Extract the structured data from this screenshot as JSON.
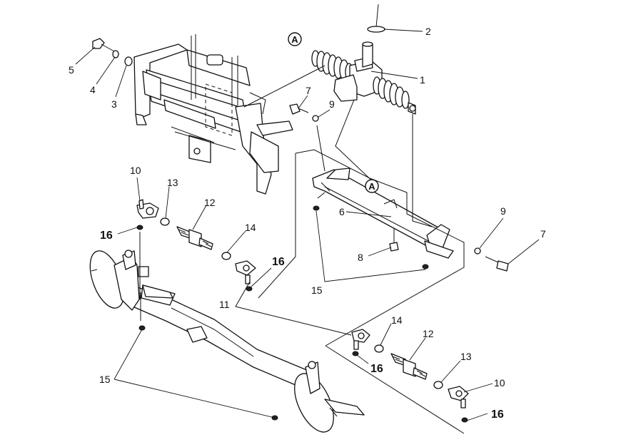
{
  "callouts": {
    "c1": "1",
    "c2": "2",
    "c3": "3",
    "c4": "4",
    "c5": "5",
    "c6": "6",
    "c7a": "7",
    "c7b": "7",
    "c8": "8",
    "c9a": "9",
    "c9b": "9",
    "c10a": "10",
    "c10b": "10",
    "c11": "11",
    "c12a": "12",
    "c12b": "12",
    "c13a": "13",
    "c13b": "13",
    "c14a": "14",
    "c14b": "14",
    "c15a": "15",
    "c15b": "15",
    "c16a": "16",
    "c16b": "16",
    "c16c": "16",
    "c16d": "16"
  },
  "reference_marks": {
    "top": "A",
    "bracket": "A"
  }
}
